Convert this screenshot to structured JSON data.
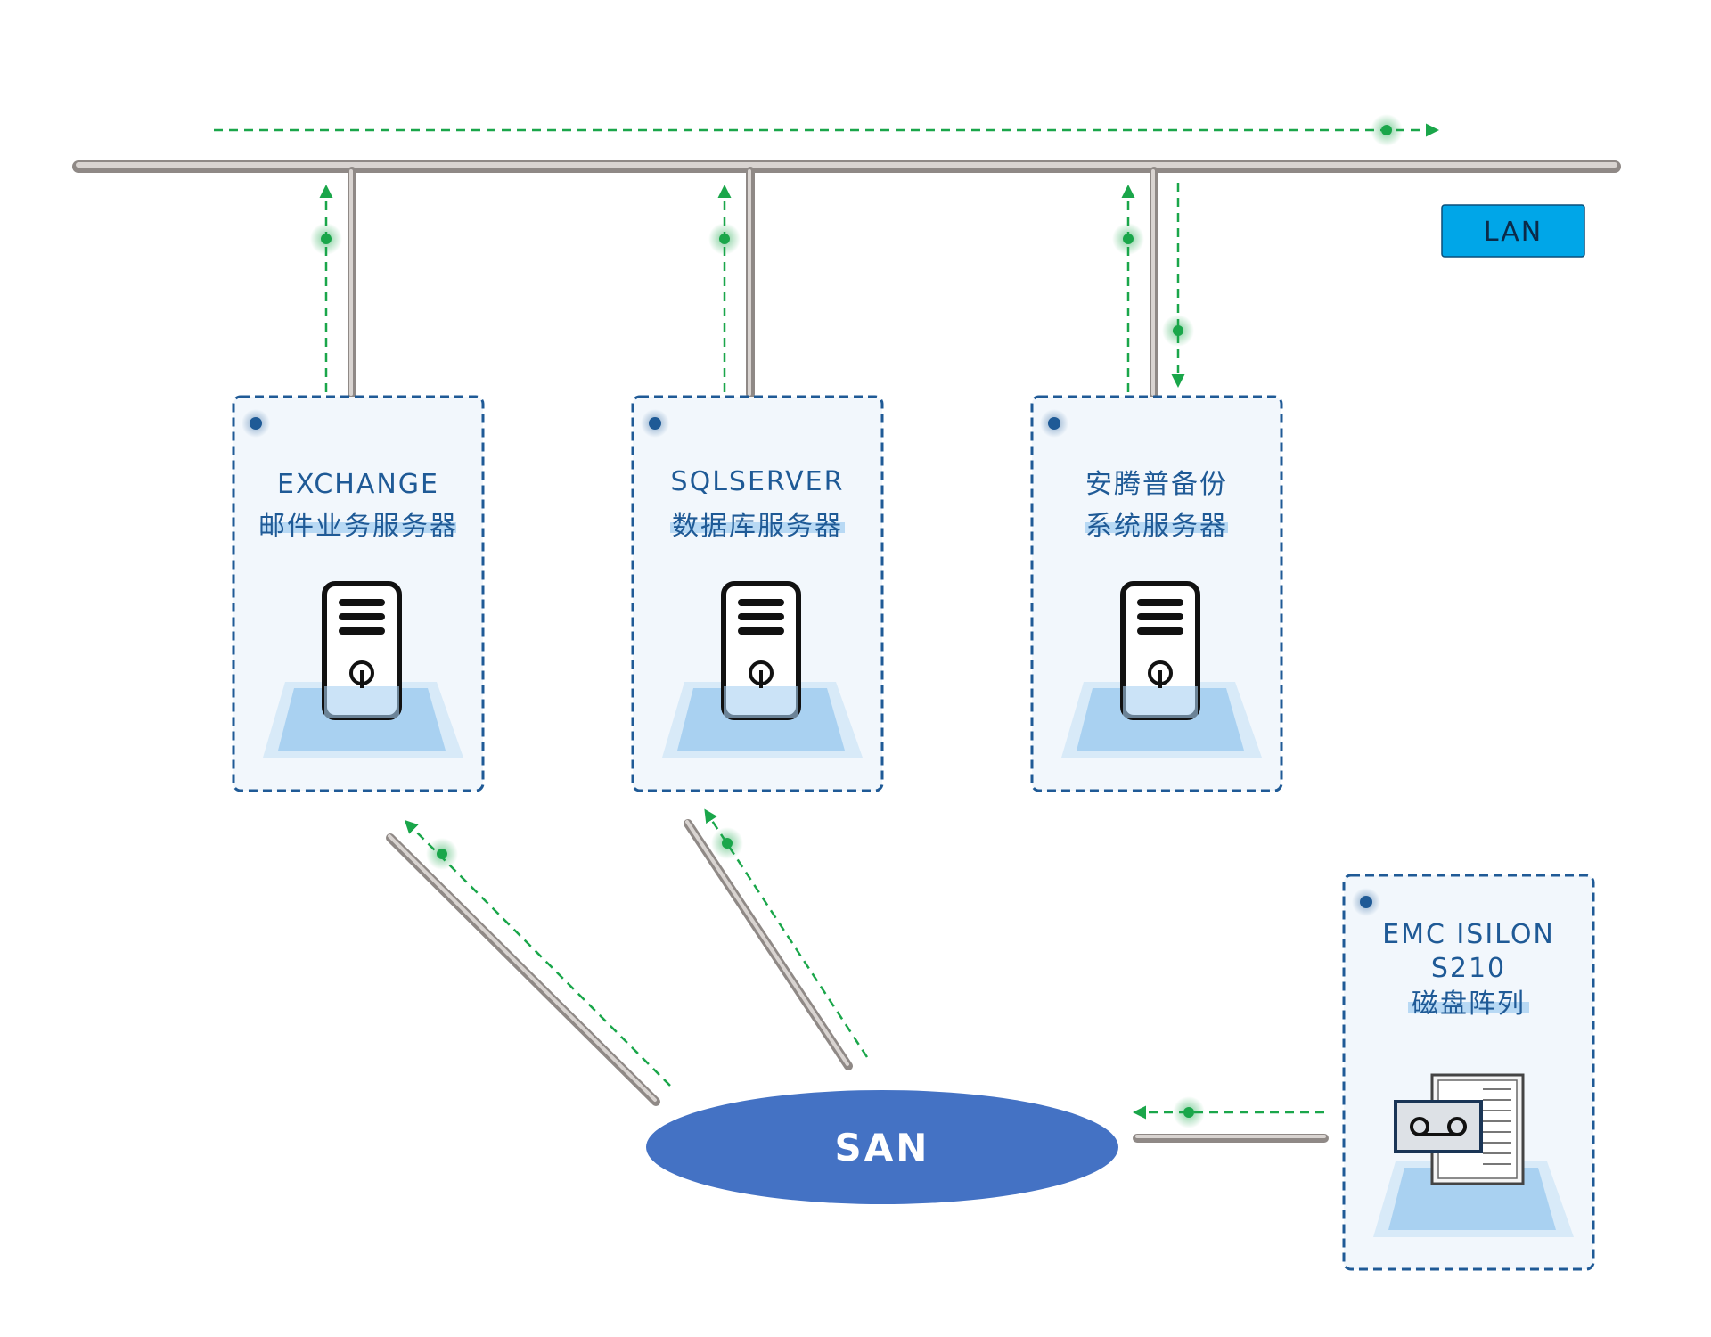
{
  "lan": {
    "label": "LAN",
    "color": "#00a6e8"
  },
  "san": {
    "label": "SAN",
    "color": "#4472c4"
  },
  "servers": [
    {
      "line1": "EXCHANGE",
      "line2": "邮件业务服务器",
      "icon": "server-tower-icon"
    },
    {
      "line1": "SQLSERVER",
      "line2": "数据库服务器",
      "icon": "server-tower-icon"
    },
    {
      "line1": "安腾普备份",
      "line2": "系统服务器",
      "icon": "server-tower-icon"
    }
  ],
  "storage": {
    "line1": "EMC ISILON",
    "line2": "S210",
    "line3": "磁盘阵列",
    "icon": "disk-array-icon"
  },
  "colors": {
    "card_border": "#1f5a96",
    "card_fill": "#f2f7fc",
    "flow": "#1aa64a",
    "pipe": "#b5aeaa",
    "platform": "#a9d1f1",
    "text": "#1f5a96"
  }
}
